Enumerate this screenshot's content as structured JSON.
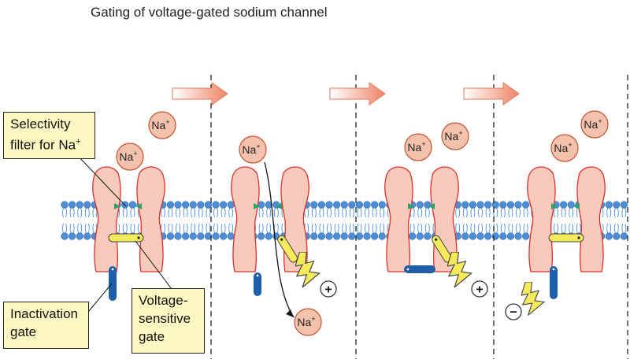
{
  "title": "Gating of voltage-gated sodium channel",
  "labels": {
    "selectivity_filter_line1": "Selectivity",
    "selectivity_filter_line2": "filter for Na",
    "selectivity_filter_sup": "+",
    "inactivation_gate_line1": "Inactivation",
    "inactivation_gate_line2": "gate",
    "voltage_gate_line1": "Voltage-",
    "voltage_gate_line2": "sensitive",
    "voltage_gate_line3": "gate"
  },
  "ion": {
    "symbol": "Na",
    "charge": "+"
  },
  "charges": {
    "plus": "+",
    "minus": "−"
  },
  "colors": {
    "channel_fill": "#f7cabb",
    "channel_stroke": "#e0302a",
    "lipid_head": "#4d8fd6",
    "voltage_gate": "#f5ea5a",
    "inactivation_gate": "#1e5eab",
    "lightning": "#f5ea5a",
    "selectivity_marker": "#2aa36a",
    "ion_fill": "#f4c2ac",
    "ion_stroke": "#c0532f",
    "callout_fill": "#fdf8c2"
  }
}
